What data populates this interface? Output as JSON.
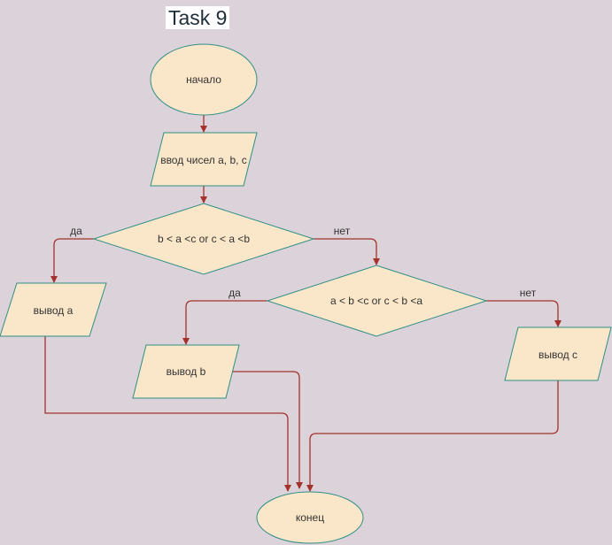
{
  "diagram": {
    "title": "Task 9",
    "nodes": {
      "start": "начало",
      "input": "ввод чисел a, b, c",
      "condition1": "b < a <c or c < a <b",
      "output_a": "вывод а",
      "condition2": "a < b <c or c < b <a",
      "output_b": "вывод b",
      "output_c": "вывод с",
      "end": "конец"
    },
    "edge_labels": {
      "cond1_yes": "да",
      "cond1_no": "нет",
      "cond2_yes": "да",
      "cond2_no": "нет"
    },
    "colors": {
      "background": "#dcd2d9",
      "node_fill": "#fae6c8",
      "node_stroke": "#2e8f87",
      "edge": "#a3322d"
    }
  }
}
